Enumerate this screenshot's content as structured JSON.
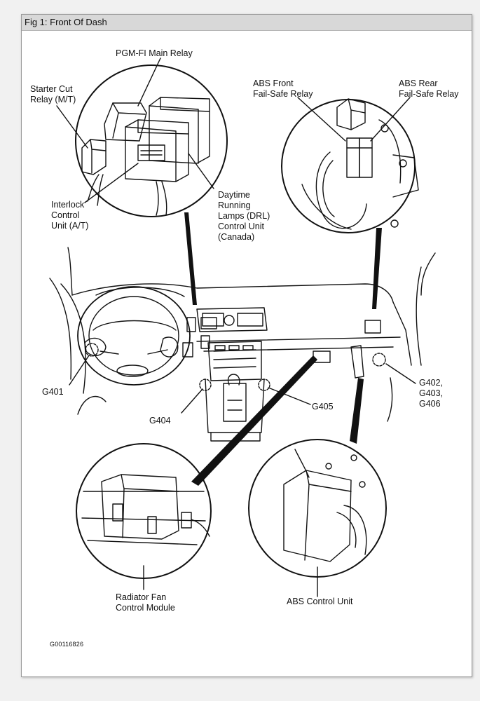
{
  "figure": {
    "title": "Fig 1: Front Of Dash",
    "code": "G00116826"
  },
  "labels": {
    "pgm_fi_main_relay": "PGM-FI Main Relay",
    "starter_cut_relay": "Starter Cut\nRelay (M/T)",
    "interlock_control_unit": "Interlock\nControl\nUnit (A/T)",
    "drl_control_unit": "Daytime\nRunning\nLamps (DRL)\nControl Unit\n(Canada)",
    "abs_front_relay": "ABS Front\nFail-Safe Relay",
    "abs_rear_relay": "ABS Rear\nFail-Safe Relay",
    "g401": "G401",
    "g404": "G404",
    "g405": "G405",
    "g402_g403_g406": "G402,\nG403,\nG406",
    "radiator_fan_module": "Radiator Fan\nControl Module",
    "abs_control_unit": "ABS Control Unit"
  }
}
